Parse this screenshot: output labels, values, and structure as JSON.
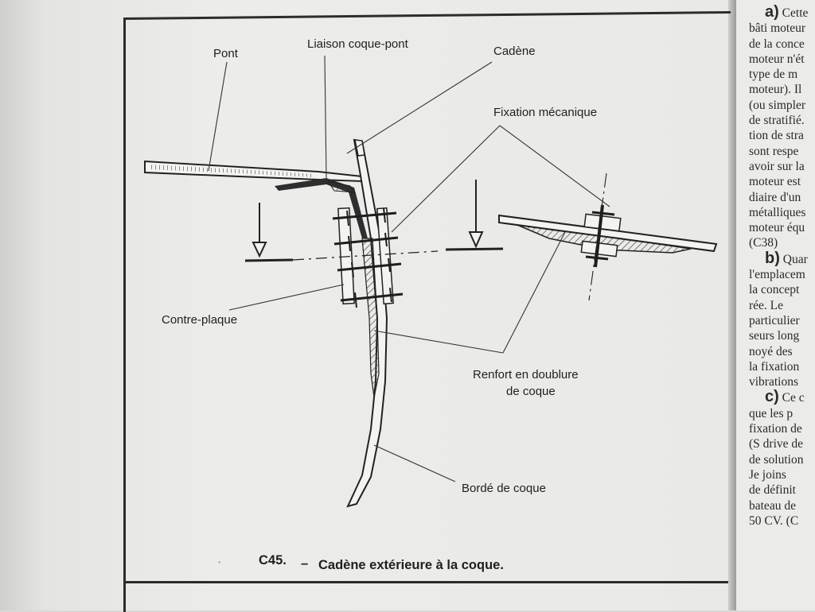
{
  "figure": {
    "labels": {
      "pont": "Pont",
      "liaison": "Liaison coque-pont",
      "cadene": "Cadène",
      "fixation": "Fixation mécanique",
      "contre_plaque": "Contre-plaque",
      "renfort_line1": "Renfort en doublure",
      "renfort_line2": "de coque",
      "borde": "Bordé de coque"
    },
    "caption": {
      "number": "C45.",
      "dash": "–",
      "text": "Cadène extérieure à la coque."
    }
  },
  "right_page": {
    "lines": [
      {
        "letter": "a)",
        "text": " Cette"
      },
      {
        "text": "bâti moteur"
      },
      {
        "text": "de la conce"
      },
      {
        "text": "moteur n'ét"
      },
      {
        "text": "type de m"
      },
      {
        "text": "moteur). Il"
      },
      {
        "text": "(ou simpler"
      },
      {
        "text": "de stratifié."
      },
      {
        "text": "tion de stra"
      },
      {
        "text": "sont respe"
      },
      {
        "text": "avoir sur la"
      },
      {
        "text": "moteur est"
      },
      {
        "text": "diaire d'un"
      },
      {
        "text": "métalliques"
      },
      {
        "text": "moteur équ"
      },
      {
        "text": "(C38)"
      },
      {
        "letter": "b)",
        "text": " Quar"
      },
      {
        "text": "l'emplacem"
      },
      {
        "text": "la concept"
      },
      {
        "text": "rée. Le"
      },
      {
        "text": "particulier"
      },
      {
        "text": "seurs long"
      },
      {
        "text": "noyé des"
      },
      {
        "text": "la fixation"
      },
      {
        "text": "vibrations"
      },
      {
        "letter": "c)",
        "text": " Ce c"
      },
      {
        "text": "que les p"
      },
      {
        "text": "fixation de"
      },
      {
        "text": "(S drive de"
      },
      {
        "text": "de solution"
      },
      {
        "text": "Je joins"
      },
      {
        "text": "de définit"
      },
      {
        "text": "bateau de"
      },
      {
        "text": "50 CV. (C"
      }
    ]
  }
}
